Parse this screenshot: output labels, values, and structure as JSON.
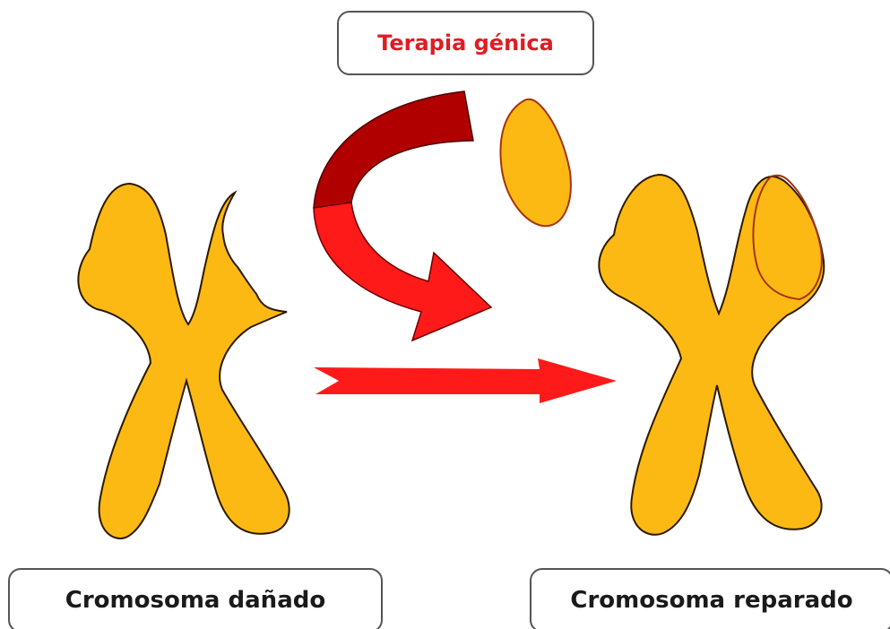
{
  "labels": {
    "title": "Terapia génica",
    "left": "Cromosoma dañado",
    "right": "Cromosoma reparado"
  },
  "colors": {
    "title_text": "#e01c24",
    "label_text": "#1a1a1a",
    "chromosome_fill": "#fdb913",
    "chromosome_outline": "#2a1a00",
    "fragment_outline": "#a3330a",
    "arrow_red": "#ff1a1a",
    "arrow_dark_red": "#b00000"
  },
  "icons": {
    "damaged": "damaged-chromosome-icon",
    "repaired": "repaired-chromosome-icon",
    "fragment": "gene-fragment-icon",
    "curved_arrow": "curved-arrow-icon",
    "straight_arrow": "straight-arrow-icon"
  }
}
